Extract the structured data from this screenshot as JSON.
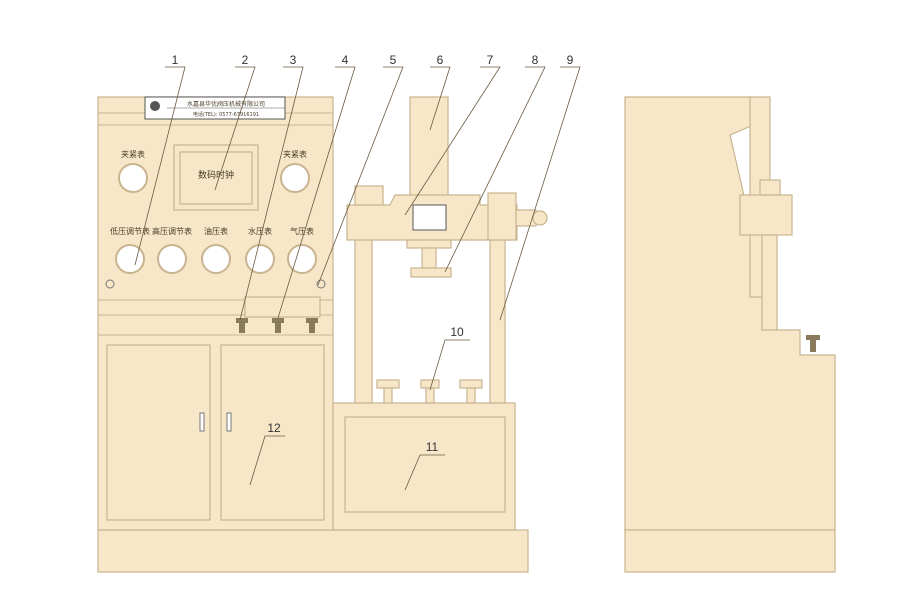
{
  "nameplate": {
    "company": "水嘉县华优阀压机械有限公司",
    "phone": "电话(TEL): 0577-67916191"
  },
  "panel": {
    "clock": "数码时钟",
    "gauge_left": "夹紧表",
    "gauge_right": "夹紧表",
    "gauges": [
      "低压调节表",
      "高压调节表",
      "油压表",
      "水压表",
      "气压表"
    ]
  },
  "callouts": [
    "1",
    "2",
    "3",
    "4",
    "5",
    "6",
    "7",
    "8",
    "9",
    "10",
    "11",
    "12"
  ]
}
